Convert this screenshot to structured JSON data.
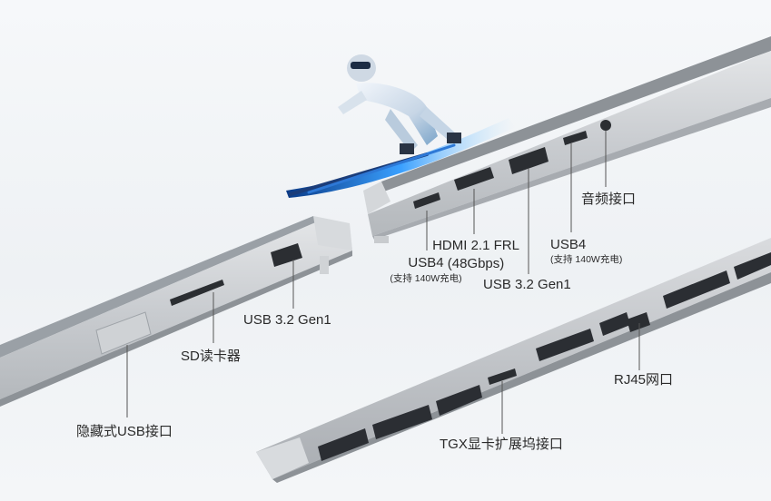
{
  "ports": {
    "hidden_usb": "隐藏式USB接口",
    "sd_reader": "SD读卡器",
    "usb32_left": "USB 3.2 Gen1",
    "usb4_left": "USB4",
    "usb4_left_note": "(支持 140W充电)",
    "hdmi_line1": "HDMI 2.1 FRL",
    "hdmi_line2": "(48Gbps)",
    "usb32_right": "USB 3.2 Gen1",
    "usb4_right": "USB4",
    "usb4_right_note": "(支持 140W充电)",
    "audio": "音频接口",
    "rj45": "RJ45网口",
    "tgx": "TGX显卡扩展坞接口"
  }
}
